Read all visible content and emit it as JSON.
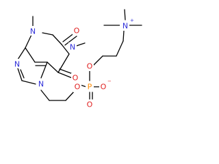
{
  "colors": {
    "bond": "#000000",
    "nitrogen": "#2b2bd9",
    "oxygen": "#e02020",
    "phosphorus": "#ff8c00",
    "carbon": "#000000"
  },
  "atoms": {
    "n_methyl_top": "N",
    "n_methyl_right": "N",
    "n_ring_left": "N",
    "n_ring_bottom": "N",
    "o_top": "O",
    "o_right": "O",
    "n_quat": "N",
    "n_quat_charge": "+",
    "o_link_upper": "O",
    "o_link_lower": "O",
    "p_center": "P",
    "o_double": "O",
    "o_anion": "O",
    "o_anion_charge": "−"
  }
}
